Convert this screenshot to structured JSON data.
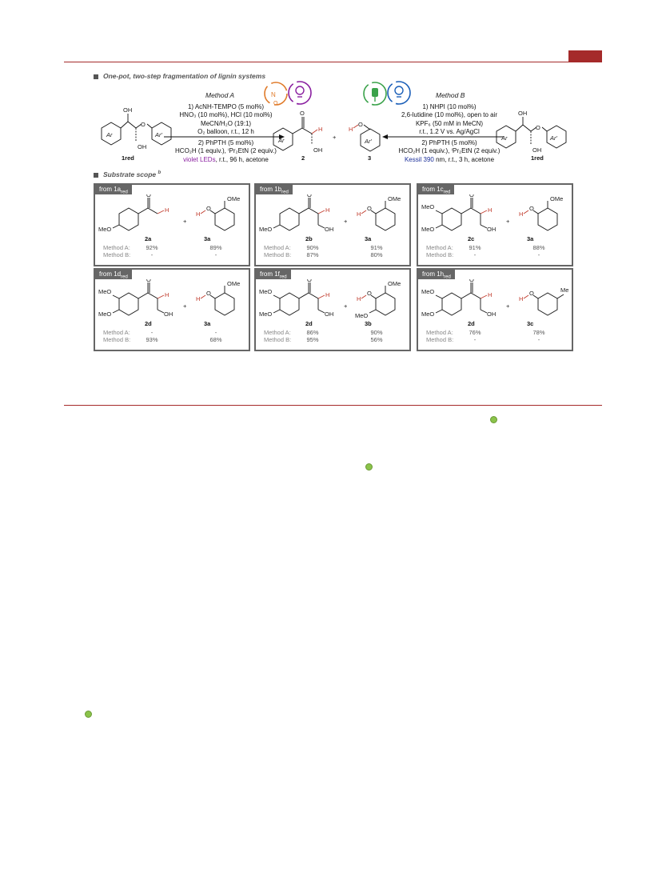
{
  "header": {
    "accent_color": "#a52a2a"
  },
  "scheme": {
    "heading": "One-pot, two-step fragmentation of lignin systems",
    "method_a": {
      "title": "Method A",
      "lines": [
        "1) AcNH-TEMPO (5 mol%)",
        "HNO₃ (10 mol%), HCl (10 mol%)",
        "MeCN/H₂O (19:1)",
        "O₂ balloon, r.t., 12 h"
      ],
      "step2": [
        "2) PhPTH (5 mol%)",
        "HCO₂H (1 equiv.), ⁱPr₂EtN (2 equiv.)"
      ],
      "light": "violet LEDs",
      "light_rest": ", r.t., 96 h, acetone",
      "light_color": "#8a1fa0"
    },
    "method_b": {
      "title": "Method B",
      "lines": [
        "1) NHPI (10 mol%)",
        "2,6-lutidine (10 mol%), open to air",
        "KPF₆ (50 mM in MeCN)",
        "r.t., 1.2 V vs. Ag/AgCl"
      ],
      "step2": [
        "2) PhPTH (5 mol%)",
        "HCO₂H (1 equiv.), ⁱPr₂EtN (2 equiv.)"
      ],
      "light": "Kessil 390",
      "light_rest": " nm, r.t., 3 h, acetone",
      "light_color": "#1b2f9a"
    },
    "compounds": {
      "left_sm": "1red",
      "product_ketone": "2",
      "product_phenol": "3",
      "right_sm": "1red"
    },
    "labels": {
      "ar": "Ar",
      "ar_prime": "Ar'",
      "oh": "OH",
      "o": "O",
      "h": "H",
      "plus": "+"
    }
  },
  "substrate_scope": {
    "heading": "Substrate scope",
    "footnote": "b",
    "row_labels": [
      "Method A:",
      "Method B:"
    ],
    "panels": [
      {
        "tab": "from 1a",
        "tab_sub": "red",
        "ketone": "2a",
        "phenol": "3a",
        "a": [
          "92%",
          "89%"
        ],
        "b": [
          "-",
          "-"
        ]
      },
      {
        "tab": "from 1b",
        "tab_sub": "red",
        "ketone": "2b",
        "phenol": "3a",
        "a": [
          "90%",
          "91%"
        ],
        "b": [
          "87%",
          "80%"
        ]
      },
      {
        "tab": "from 1c",
        "tab_sub": "red",
        "ketone": "2c",
        "phenol": "3a",
        "a": [
          "91%",
          "88%"
        ],
        "b": [
          "-",
          "-"
        ]
      },
      {
        "tab": "from 1d",
        "tab_sub": "red",
        "ketone": "2d",
        "phenol": "3a",
        "a": [
          "-",
          "-"
        ],
        "b": [
          "93%",
          "68%"
        ]
      },
      {
        "tab": "from 1f",
        "tab_sub": "red",
        "ketone": "2d",
        "phenol": "3b",
        "a": [
          "86%",
          "90%"
        ],
        "b": [
          "95%",
          "56%"
        ]
      },
      {
        "tab": "from 1h",
        "tab_sub": "red",
        "ketone": "2d",
        "phenol": "3c",
        "a": [
          "76%",
          "78%"
        ],
        "b": [
          "-",
          "-"
        ]
      }
    ],
    "substituents": {
      "meo": "MeO",
      "ome": "OMe",
      "me": "Me"
    }
  }
}
